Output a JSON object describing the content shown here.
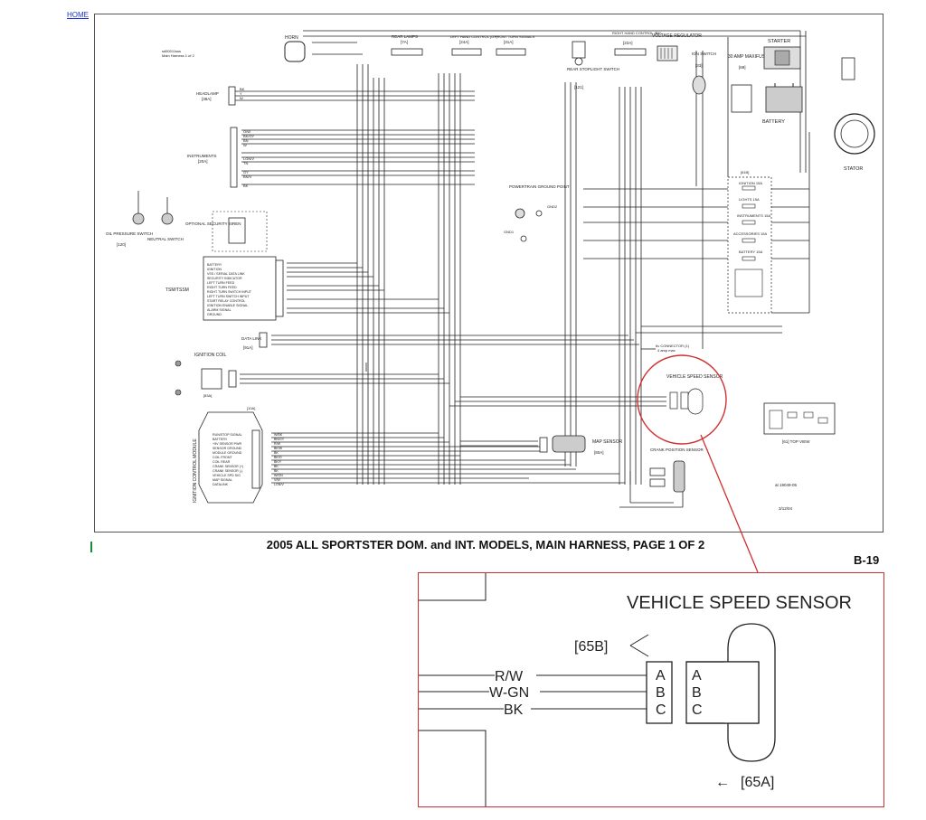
{
  "nav": {
    "home_label": "HOME"
  },
  "diagram": {
    "doc_id": "sd50011sss",
    "doc_sub": "Main Harness 1 of 2",
    "components": {
      "horn": "HORN",
      "rear_lamps": "REAR LAMPS",
      "rear_lamps_ref": "[7A]",
      "left_hand_control": "LEFT HAND CONTROL (GY)",
      "left_hand_control_ref": "[24A]",
      "front_turn_signals": "FRONT TURN SIGNALS",
      "front_turn_signals_ref": "[31A]",
      "rear_stoplight_switch": "REAR STOPLIGHT SWITCH",
      "rear_stoplight_ref": "[121]",
      "right_hand_control": "RIGHT HAND CONTROL (BK)",
      "right_hand_control_ref": "[22A]",
      "voltage_regulator": "VOLTAGE REGULATOR",
      "ign_switch": "IGN SWITCH",
      "ign_switch_ref": "[33]",
      "maxifuse": "30 AMP MAXIFUSE",
      "maxifuse_ref": "[69]",
      "starter": "STARTER",
      "battery": "BATTERY",
      "stator": "STATOR",
      "headlamp": "HEADLAMP",
      "headlamp_ref": "[38A]",
      "instruments": "INSTRUMENTS",
      "instruments_ref": "[20A]",
      "oil_pressure_switch": "OIL PRESSURE SWITCH",
      "oil_pressure_ref": "[120]",
      "neutral_switch": "NEUTRAL SWITCH",
      "optional_siren": "OPTIONAL SECURITY SIREN",
      "powertrain_ground": "POWERTRAIN GROUND POINT",
      "gnd1": "GND1",
      "gnd2": "GND2",
      "tsm": "TSM/TSSM",
      "data_link": "DATA LINK",
      "data_link_ref": "[91A]",
      "ignition_coil": "IGNITION COIL",
      "ignition_coil_ref": "[83A]",
      "ecm": "IGNITION CONTROL MODULE",
      "ecm_ref": "[10A]",
      "map_sensor": "MAP SENSOR",
      "map_sensor_ref": "[80A]",
      "crank_position_sensor": "CRANK POSITION SENSOR",
      "vehicle_speed_sensor": "VEHICLE SPEED SENSOR",
      "fuse_block_ref": "[61B]",
      "fuse_ignition": "IGNITION 15A",
      "fuse_lights": "LIGHTS 15A",
      "fuse_instruments": "INSTRUMENTS 15A",
      "fuse_accessories": "ACCESSORIES 15A",
      "fuse_battery": "BATTERY 15A",
      "connector_note": "6v CONNECTOR (1)",
      "amp_note": "4 amp max",
      "top_view": "[61] TOP VIEW",
      "drawing_no": "at 19049-05",
      "date": "3/12/04"
    },
    "headlamp_wires": [
      "BK",
      "Y",
      "W"
    ],
    "instrument_wires": [
      "O/W",
      "BK/GY",
      "BN",
      "W",
      "LGN/V",
      "TN",
      "GY",
      "BN/V",
      "BK"
    ],
    "tsm_pins": [
      "BATTERY",
      "IGNITION",
      "VSS / SERIAL DATA LINK",
      "SECURITY INDICATOR",
      "LEFT TURN FEED",
      "RIGHT TURN FEED",
      "RIGHT TURN SWITCH INPUT",
      "LEFT TURN SWITCH INPUT",
      "START RELAY CONTROL",
      "IGNITION ENABLE SIGNAL",
      "ALARM SIGNAL",
      "GROUND"
    ],
    "ecm_pins": [
      "RUN/STOP SIGNAL",
      "BATTERY",
      "+5V SENSOR PWR",
      "SENSOR GROUND",
      "MODULE GROUND",
      "COIL FRONT",
      "COIL REAR",
      "CRANK SENSOR (+)",
      "CRANK SENSOR (-)",
      "VEHICLE SPD SIG",
      "MAP SIGNAL",
      "DATALINK"
    ],
    "ecm_wires": [
      "W/BK",
      "BN/GY",
      "R/W",
      "BK/W",
      "BK",
      "BK/O",
      "BK/Y",
      "BK",
      "BK",
      "W/GN",
      "V/W",
      "LGN/V"
    ]
  },
  "caption": {
    "title": "2005 ALL SPORTSTER DOM. and INT. MODELS, MAIN HARNESS, PAGE 1 OF 2",
    "page_number": "B-19"
  },
  "zoom_inset": {
    "title": "VEHICLE SPEED SENSOR",
    "connector_b_label": "[65B]",
    "connector_a_label": "[65A]",
    "arrow_glyph": "←",
    "wires": [
      "R/W",
      "W-GN",
      "BK"
    ],
    "pins": [
      "A",
      "B",
      "C"
    ]
  },
  "colors": {
    "line": "#222222",
    "highlight": "#d03030",
    "link": "#1a33cc"
  }
}
